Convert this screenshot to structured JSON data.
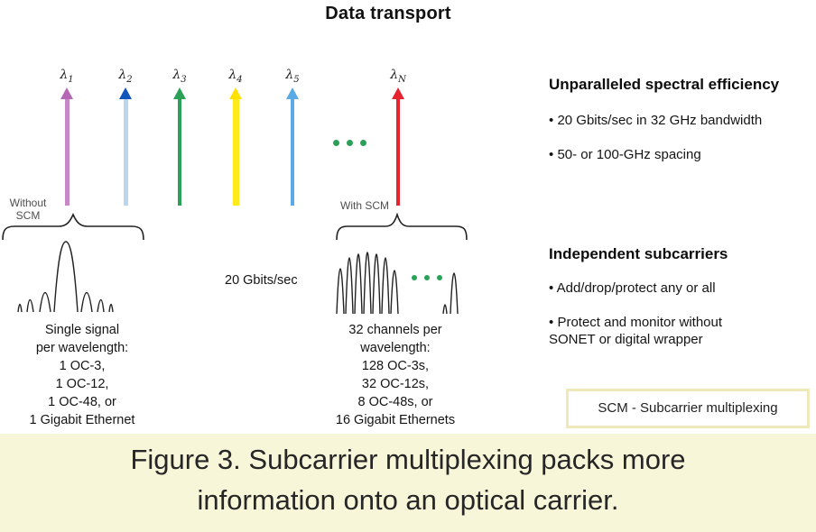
{
  "title": "Data transport",
  "wavelengths": {
    "items": [
      {
        "sym": "λ",
        "sub": "1",
        "shaft_color": "#c688c6",
        "head_color": "#b567b5"
      },
      {
        "sym": "λ",
        "sub": "2",
        "shaft_color": "#b9d6ec",
        "head_color": "#1254bd"
      },
      {
        "sym": "λ",
        "sub": "3",
        "shaft_color": "#2ba158",
        "head_color": "#2ba158"
      },
      {
        "sym": "λ",
        "sub": "4",
        "shaft_color": "#ffe81c",
        "head_color": "#ffe100"
      },
      {
        "sym": "λ",
        "sub": "5",
        "shaft_color": "#59aae5",
        "head_color": "#59aae5"
      },
      {
        "sym": "λ",
        "sub": "N",
        "shaft_color": "#e6232e",
        "head_color": "#e6232e"
      }
    ],
    "ellipsis_color": "#2ba158"
  },
  "without_scm": {
    "label_line1": "Without",
    "label_line2": "SCM",
    "description_lines": [
      "Single signal",
      "per wavelength:",
      "1 OC-3,",
      "1 OC-12,",
      "1 OC-48, or",
      "1 Gigabit Ethernet"
    ]
  },
  "with_scm": {
    "label": "With SCM",
    "rate_label": "20 Gbits/sec",
    "description_lines": [
      "32 channels per",
      "wavelength:",
      "128 OC-3s,",
      "32 OC-12s,",
      "8 OC-48s, or",
      "16 Gigabit Ethernets"
    ]
  },
  "benefits": {
    "spectral": {
      "heading": "Unparalleled spectral efficiency",
      "bullets": [
        {
          "lines": [
            "20 Gbits/sec in 32 GHz bandwidth"
          ]
        },
        {
          "lines": [
            "50- or 100-GHz spacing"
          ]
        }
      ]
    },
    "subcarriers": {
      "heading": "Independent subcarriers",
      "bullets": [
        {
          "lines": [
            "Add/drop/protect any or all"
          ]
        },
        {
          "lines": [
            "Protect and monitor without",
            "SONET or digital wrapper"
          ]
        }
      ]
    }
  },
  "ui": {
    "bullet_char": "•"
  },
  "legend": {
    "text": "SCM - Subcarrier multiplexing"
  },
  "caption": {
    "line1": "Figure 3. Subcarrier multiplexing packs more",
    "line2": "information onto an optical carrier."
  },
  "colors": {
    "caption_bg": "#f8f6d9",
    "legend_border": "#efe8ba",
    "stroke": "#222222"
  }
}
